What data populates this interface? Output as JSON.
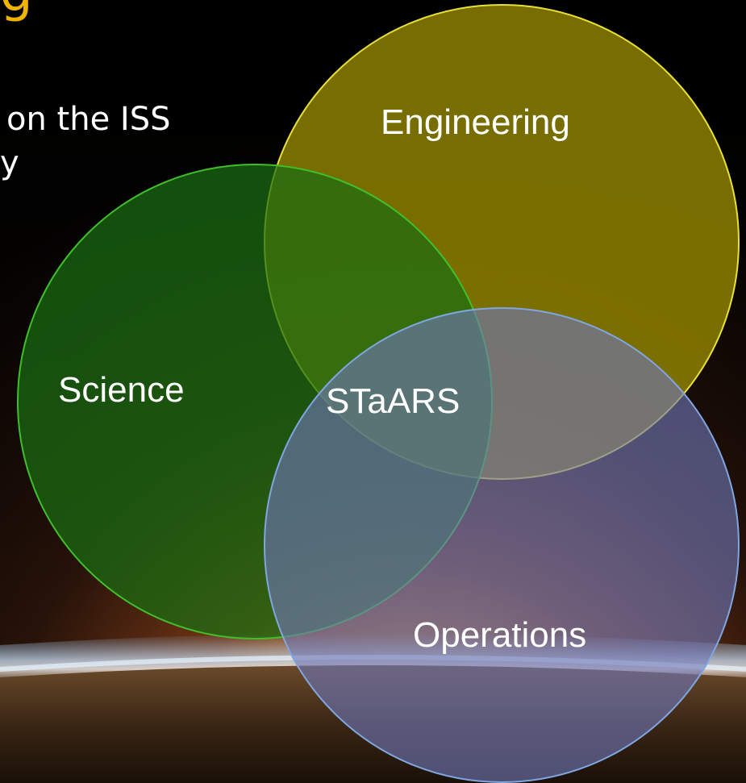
{
  "title_fragment": "g",
  "bullets": [
    "on the ISS",
    "y"
  ],
  "venn": {
    "circles": [
      {
        "label": "Engineering",
        "fill": "#9a8c00",
        "stroke": "#e8e03a"
      },
      {
        "label": "Science",
        "fill": "#1b6e12",
        "stroke": "#3fbf2a"
      },
      {
        "label": "Operations",
        "fill": "#6f78b8",
        "stroke": "#7fa6e0"
      }
    ],
    "center_label": "STaARS"
  },
  "colors": {
    "title": "#f0b400",
    "text": "#ffffff"
  }
}
